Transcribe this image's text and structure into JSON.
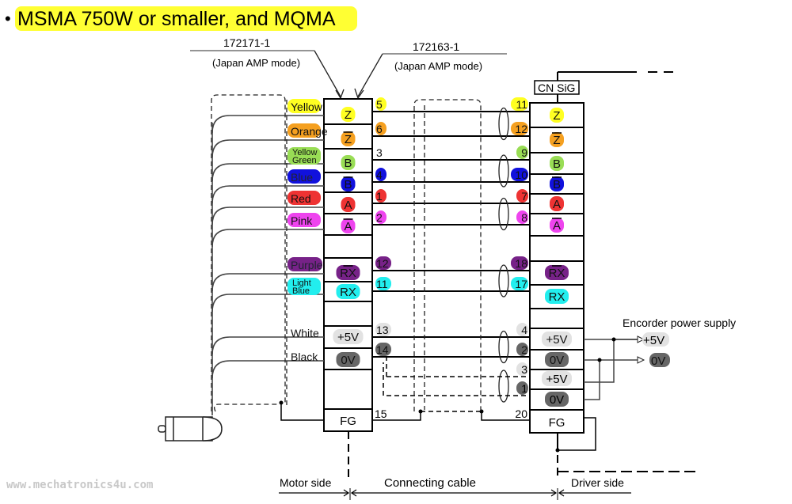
{
  "title": {
    "bullet": "•",
    "text": "MSMA 750W or smaller, and MQMA",
    "highlight": "#ffff33"
  },
  "connectors": {
    "motor_plug": {
      "part": "172171-1",
      "note": "(Japan AMP mode)"
    },
    "cable_plug": {
      "part": "172163-1",
      "note": "(Japan AMP mode)"
    },
    "driver": {
      "label": "CN SiG"
    }
  },
  "colors": {
    "yellow": "#ffff22",
    "orange": "#f5a020",
    "yellowgreen": "#99dd55",
    "blue": "#1111dd",
    "red": "#ee3333",
    "pink": "#ee44ee",
    "purple": "#772288",
    "lightblue": "#22eeee",
    "lightgray": "#e2e2e2",
    "darkgray": "#666666"
  },
  "wires": [
    {
      "wire_color": "Yellow",
      "wire_color2": "",
      "color_key": "yellow",
      "signal": "Z",
      "bar": false,
      "motor_pin": "5",
      "driver_pin": "11",
      "signal_color": "yellow"
    },
    {
      "wire_color": "Orange",
      "wire_color2": "",
      "color_key": "orange",
      "signal": "Z",
      "bar": true,
      "motor_pin": "6",
      "driver_pin": "12",
      "signal_color": "orange"
    },
    {
      "wire_color": "Yellow",
      "wire_color2": "Green",
      "color_key": "yellowgreen",
      "signal": "B",
      "bar": false,
      "motor_pin": "3",
      "driver_pin": "9",
      "signal_color": "yellowgreen",
      "motor_pin_plain": true
    },
    {
      "wire_color": "Blue",
      "wire_color2": "",
      "color_key": "blue",
      "signal": "B",
      "bar": true,
      "motor_pin": "4",
      "driver_pin": "10",
      "signal_color": "blue"
    },
    {
      "wire_color": "Red",
      "wire_color2": "",
      "color_key": "red",
      "signal": "A",
      "bar": false,
      "motor_pin": "1",
      "driver_pin": "7",
      "signal_color": "red"
    },
    {
      "wire_color": "Pink",
      "wire_color2": "",
      "color_key": "pink",
      "signal": "A",
      "bar": true,
      "motor_pin": "2",
      "driver_pin": "8",
      "signal_color": "pink"
    },
    {
      "wire_color": "Purple",
      "wire_color2": "",
      "color_key": "purple",
      "signal": "RX",
      "bar": true,
      "motor_pin": "12",
      "driver_pin": "18",
      "signal_color": "purple"
    },
    {
      "wire_color": "Light",
      "wire_color2": "Blue",
      "color_key": "lightblue",
      "signal": "RX",
      "bar": false,
      "motor_pin": "11",
      "driver_pin": "17",
      "signal_color": "lightblue"
    },
    {
      "wire_color": "White",
      "wire_color2": "",
      "color_key": "",
      "signal": "+5V",
      "bar": false,
      "motor_pin": "13",
      "driver_pin": "4",
      "signal_color": "lightgray"
    },
    {
      "wire_color": "Black",
      "wire_color2": "",
      "color_key": "",
      "signal": "0V",
      "bar": false,
      "motor_pin": "14",
      "driver_pin": "2",
      "signal_color": "darkgray"
    }
  ],
  "driver_extra": [
    {
      "pin": "3",
      "signal": "+5V",
      "signal_color": "lightgray"
    },
    {
      "pin": "1",
      "signal": "0V",
      "signal_color": "darkgray"
    }
  ],
  "fg": {
    "label": "FG",
    "motor_pin": "15",
    "driver_pin": "20"
  },
  "power_supply": {
    "label": "Encorder power supply",
    "plus": "+5V",
    "zero": "0V"
  },
  "sides": {
    "motor": "Motor side",
    "cable": "Connecting cable",
    "driver": "Driver side"
  },
  "watermark": "www.mechatronics4u.com"
}
